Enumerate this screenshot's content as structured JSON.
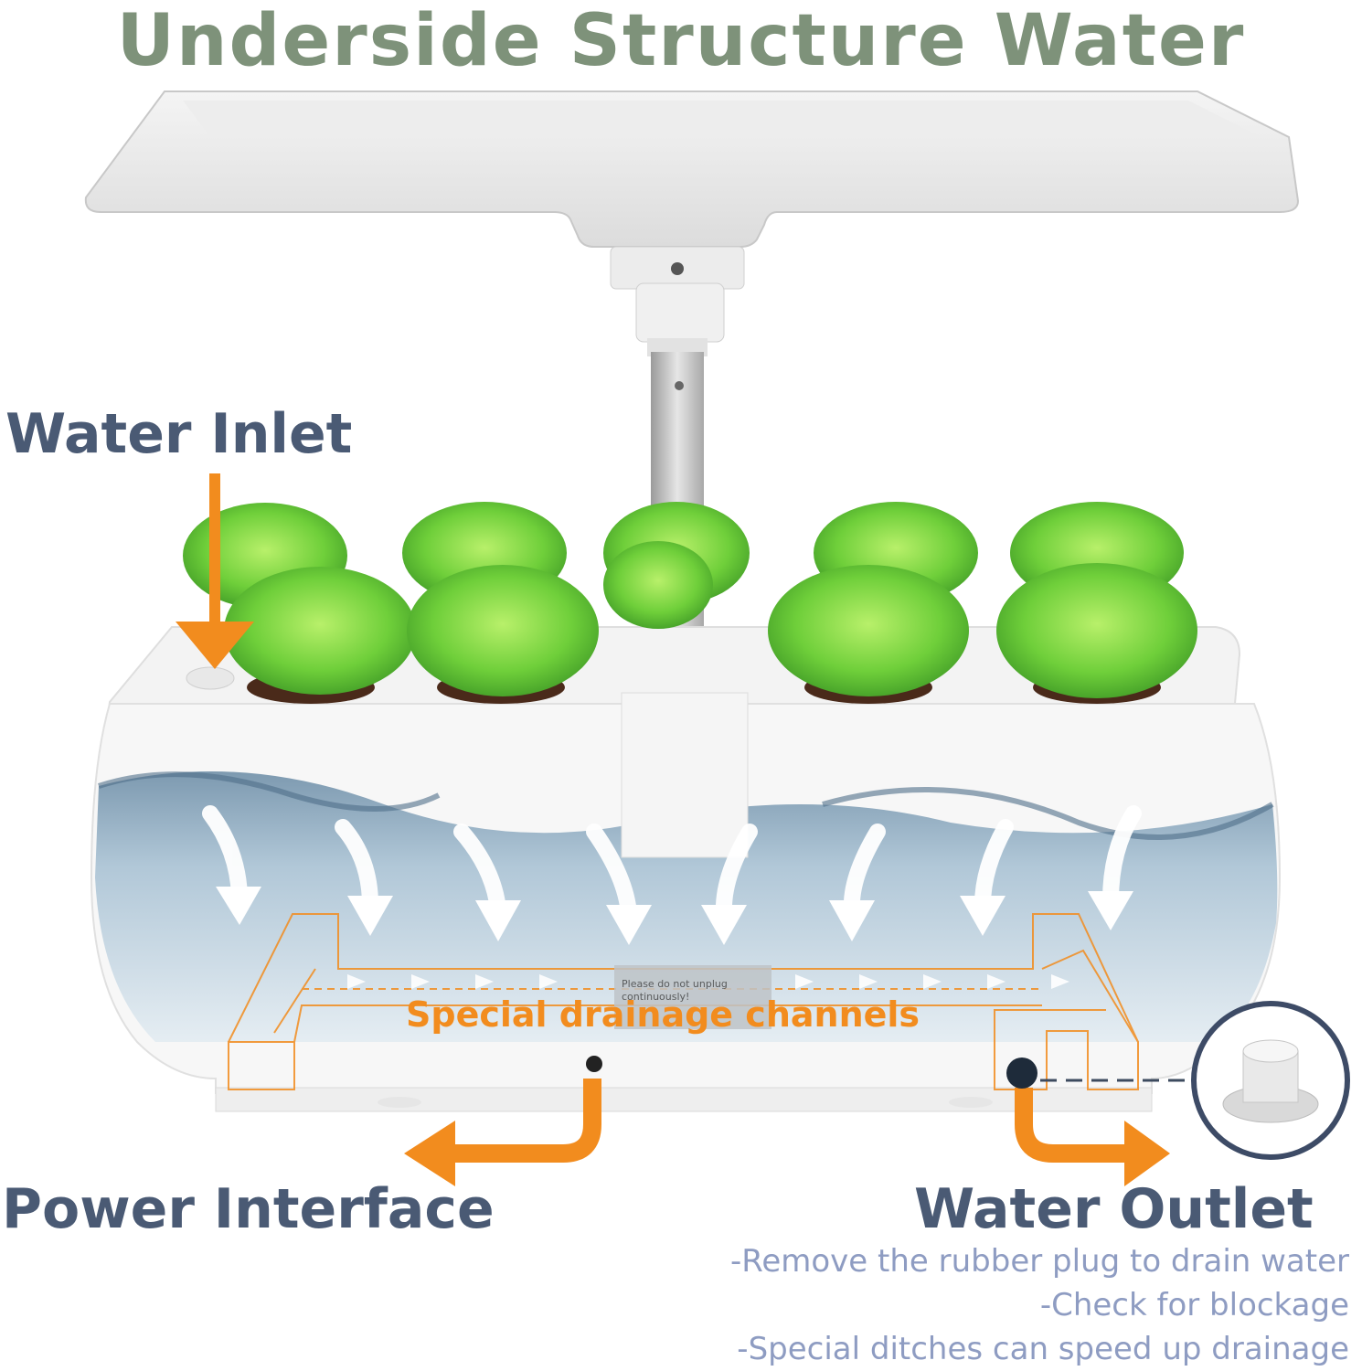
{
  "title": "Underside Structure Water Channel",
  "labels": {
    "water_inlet": "Water Inlet",
    "power_interface": "Power Interface",
    "water_outlet": "Water Outlet",
    "drainage_channels": "Special drainage channels"
  },
  "sticker": {
    "line1": "Please do not unplug",
    "line2": "continuously!"
  },
  "outlet_notes": [
    "-Remove the rubber plug to drain water",
    "-Check for blockage",
    "-Special ditches can speed up drainage"
  ],
  "colors": {
    "title": "#7e927a",
    "label": "#4a5a74",
    "accent_orange": "#f28c1e",
    "note": "#8e9cc2"
  }
}
